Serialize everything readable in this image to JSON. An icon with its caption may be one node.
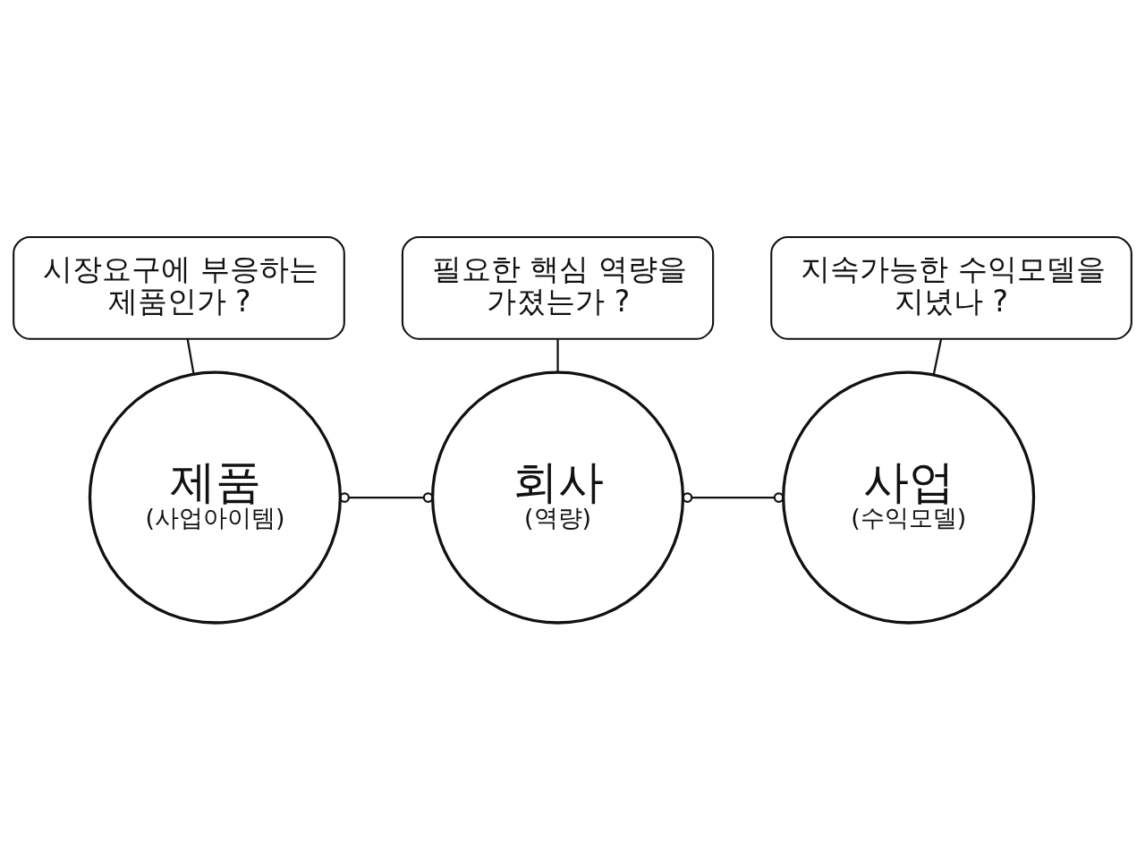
{
  "diagram": {
    "nodes": [
      {
        "text": [
          "시장요구에 부응하는 제품인가 ?"
        ]
      },
      {
        "text": [
          "필요한 핵심 역량을 가졌는가 ?"
        ]
      },
      {
        "text": [
          "지속가능한 수익모델을 지녔나 ?"
        ]
      },
      {
        "text": [
          "제품",
          "(사업아이템)"
        ]
      },
      {
        "text": [
          "회사",
          "(역량)"
        ]
      },
      {
        "text": [
          "사업",
          "(수익모델)"
        ]
      }
    ],
    "edges": [
      {
        "from": 0,
        "to": 3,
        "arrow": "none"
      },
      {
        "from": 1,
        "to": 4,
        "arrow": "none"
      },
      {
        "from": 2,
        "to": 5,
        "arrow": "none"
      },
      {
        "from": 3,
        "to": 4,
        "arrow": "other"
      },
      {
        "from": 4,
        "to": 5,
        "arrow": "other"
      }
    ]
  }
}
